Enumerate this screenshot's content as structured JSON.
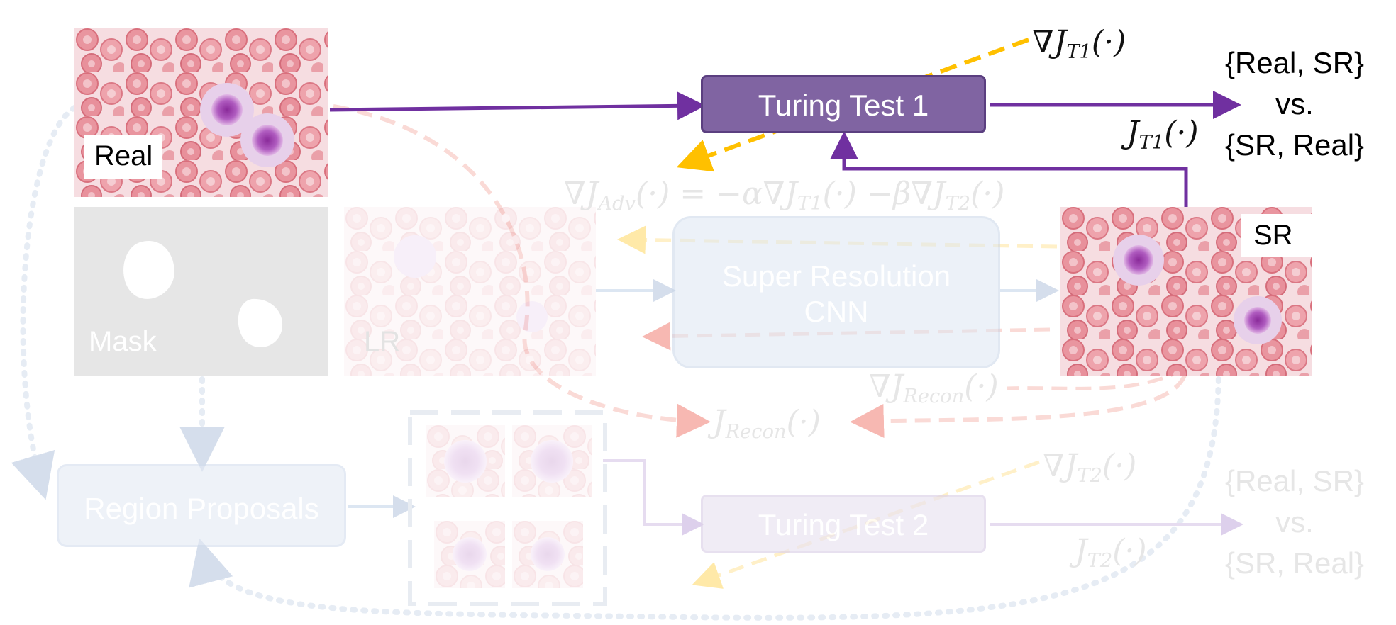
{
  "images": {
    "real_label": "Real",
    "mask_label": "Mask",
    "lr_label": "LR",
    "sr_label": "SR"
  },
  "blocks": {
    "turing_test_1": "Turing Test 1",
    "turing_test_2": "Turing Test 2",
    "sr_cnn": [
      "Super Resolution",
      "CNN"
    ],
    "region_proposals": "Region Proposals"
  },
  "equations": {
    "grad_j_t1": {
      "base": "∇J",
      "sub": "T1",
      "arg": "(·)"
    },
    "j_t1": {
      "base": "J",
      "sub": "T1",
      "arg": "(·)"
    },
    "grad_j_adv": {
      "base": "∇J",
      "sub": "Adv",
      "rest1": "(·) = −α∇J",
      "sub2": "T1",
      "rest2": "(·) −β∇J",
      "sub3": "T2",
      "arg": "(·)"
    },
    "grad_j_recon": {
      "base": "∇J",
      "sub": "Recon",
      "arg": "(·)"
    },
    "j_recon": {
      "base": "J",
      "sub": "Recon",
      "arg": "(·)"
    },
    "grad_j_t2": {
      "base": "∇J",
      "sub": "T2",
      "arg": "(·)"
    },
    "j_t2": {
      "base": "J",
      "sub": "T2",
      "arg": "(·)"
    }
  },
  "outputs": {
    "top": [
      "{Real, SR}",
      "vs.",
      "{SR, Real}"
    ],
    "bottom": [
      "{Real, SR}",
      "vs.",
      "{SR, Real}"
    ]
  },
  "colors": {
    "purple": "#7030a0",
    "purple_box": "#8064a2",
    "orange_dash": "#ffc000",
    "salmon": "#f4a6a0",
    "grey_blue": "#c8d4e6",
    "mask_grey": "#d9d9d9"
  }
}
